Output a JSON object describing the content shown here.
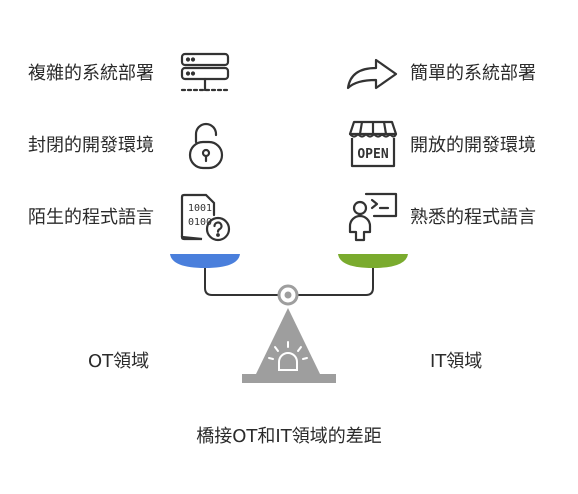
{
  "left": {
    "items": [
      {
        "label": "複雜的系統部署",
        "icon": "server-icon"
      },
      {
        "label": "封閉的開發環境",
        "icon": "lock-icon"
      },
      {
        "label": "陌生的程式語言",
        "icon": "binary-question-file-icon"
      }
    ],
    "pan_color": "#4a7fdc",
    "caption": "OT領域"
  },
  "right": {
    "items": [
      {
        "label": "簡單的系統部署",
        "icon": "curved-arrow-icon"
      },
      {
        "label": "開放的開發環境",
        "icon": "open-store-icon"
      },
      {
        "label": "熟悉的程式語言",
        "icon": "developer-terminal-icon"
      }
    ],
    "pan_color": "#7aab2e",
    "caption": "IT領域"
  },
  "open_sign_text": "OPEN",
  "binary_text": [
    "1001",
    "0100"
  ],
  "title": "橋接OT和IT領域的差距"
}
